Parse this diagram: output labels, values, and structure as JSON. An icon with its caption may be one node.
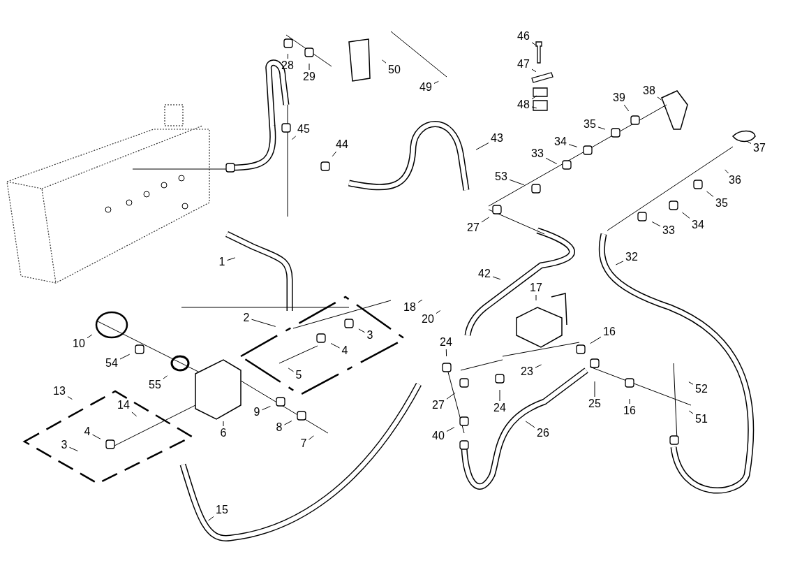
{
  "diagram": {
    "nodes": [
      {
        "text": [
          "28"
        ]
      },
      {
        "text": [
          "29"
        ]
      },
      {
        "text": [
          "50"
        ]
      },
      {
        "text": [
          "49"
        ]
      },
      {
        "text": [
          "46"
        ]
      },
      {
        "text": [
          "47"
        ]
      },
      {
        "text": [
          "48"
        ]
      },
      {
        "text": [
          "45"
        ]
      },
      {
        "text": [
          "38"
        ]
      },
      {
        "text": [
          "39"
        ]
      },
      {
        "text": [
          "35"
        ]
      },
      {
        "text": [
          "44"
        ]
      },
      {
        "text": [
          "43"
        ]
      },
      {
        "text": [
          "34"
        ]
      },
      {
        "text": [
          "33"
        ]
      },
      {
        "text": [
          "37"
        ]
      },
      {
        "text": [
          "36"
        ]
      },
      {
        "text": [
          "53"
        ]
      },
      {
        "text": [
          "35"
        ]
      },
      {
        "text": [
          "34"
        ]
      },
      {
        "text": [
          "33"
        ]
      },
      {
        "text": [
          "27"
        ]
      },
      {
        "text": [
          "32"
        ]
      },
      {
        "text": [
          "1"
        ]
      },
      {
        "text": [
          "42"
        ]
      },
      {
        "text": [
          "17"
        ]
      },
      {
        "text": [
          "18"
        ]
      },
      {
        "text": [
          "20"
        ]
      },
      {
        "text": [
          "10"
        ]
      },
      {
        "text": [
          "2"
        ]
      },
      {
        "text": [
          "3"
        ]
      },
      {
        "text": [
          "4"
        ]
      },
      {
        "text": [
          "5"
        ]
      },
      {
        "text": [
          "24"
        ]
      },
      {
        "text": [
          "16"
        ]
      },
      {
        "text": [
          "54"
        ]
      },
      {
        "text": [
          "55"
        ]
      },
      {
        "text": [
          "23"
        ]
      },
      {
        "text": [
          "13"
        ]
      },
      {
        "text": [
          "14"
        ]
      },
      {
        "text": [
          "6"
        ]
      },
      {
        "text": [
          "9"
        ]
      },
      {
        "text": [
          "8"
        ]
      },
      {
        "text": [
          "7"
        ]
      },
      {
        "text": [
          "27"
        ]
      },
      {
        "text": [
          "24"
        ]
      },
      {
        "text": [
          "25"
        ]
      },
      {
        "text": [
          "16"
        ]
      },
      {
        "text": [
          "52"
        ]
      },
      {
        "text": [
          "51"
        ]
      },
      {
        "text": [
          "4"
        ]
      },
      {
        "text": [
          "3"
        ]
      },
      {
        "text": [
          "40"
        ]
      },
      {
        "text": [
          "26"
        ]
      },
      {
        "text": [
          "15"
        ]
      }
    ],
    "edges": [
      {
        "from": 0,
        "to": null,
        "arrow": "none"
      },
      {
        "from": 1,
        "to": null,
        "arrow": "none"
      },
      {
        "from": 2,
        "to": null,
        "arrow": "none"
      },
      {
        "from": 3,
        "to": null,
        "arrow": "none"
      },
      {
        "from": 4,
        "to": null,
        "arrow": "none"
      },
      {
        "from": 5,
        "to": null,
        "arrow": "none"
      },
      {
        "from": 6,
        "to": null,
        "arrow": "none"
      },
      {
        "from": 6,
        "to": null,
        "arrow": "none"
      },
      {
        "from": 7,
        "to": null,
        "arrow": "none"
      },
      {
        "from": 8,
        "to": null,
        "arrow": "none"
      },
      {
        "from": 9,
        "to": null,
        "arrow": "none"
      },
      {
        "from": 10,
        "to": null,
        "arrow": "none"
      },
      {
        "from": 11,
        "to": null,
        "arrow": "none"
      },
      {
        "from": 12,
        "to": null,
        "arrow": "none"
      },
      {
        "from": 13,
        "to": null,
        "arrow": "none"
      },
      {
        "from": 14,
        "to": null,
        "arrow": "none"
      },
      {
        "from": 15,
        "to": null,
        "arrow": "none"
      },
      {
        "from": 16,
        "to": null,
        "arrow": "none"
      },
      {
        "from": 17,
        "to": null,
        "arrow": "none"
      },
      {
        "from": 18,
        "to": null,
        "arrow": "none"
      },
      {
        "from": 19,
        "to": null,
        "arrow": "none"
      },
      {
        "from": 20,
        "to": null,
        "arrow": "none"
      },
      {
        "from": 21,
        "to": null,
        "arrow": "none"
      },
      {
        "from": 22,
        "to": null,
        "arrow": "none"
      },
      {
        "from": 23,
        "to": null,
        "arrow": "none"
      },
      {
        "from": 24,
        "to": null,
        "arrow": "none"
      },
      {
        "from": 25,
        "to": null,
        "arrow": "none"
      },
      {
        "from": 26,
        "to": null,
        "arrow": "none"
      },
      {
        "from": 27,
        "to": null,
        "arrow": "none"
      },
      {
        "from": 28,
        "to": null,
        "arrow": "none"
      },
      {
        "from": 29,
        "to": null,
        "arrow": "none"
      },
      {
        "from": 30,
        "to": null,
        "arrow": "none"
      },
      {
        "from": 31,
        "to": null,
        "arrow": "none"
      },
      {
        "from": 32,
        "to": null,
        "arrow": "none"
      },
      {
        "from": 33,
        "to": null,
        "arrow": "none"
      },
      {
        "from": 34,
        "to": null,
        "arrow": "none"
      },
      {
        "from": 35,
        "to": null,
        "arrow": "none"
      },
      {
        "from": 36,
        "to": null,
        "arrow": "none"
      },
      {
        "from": 37,
        "to": null,
        "arrow": "none"
      },
      {
        "from": 38,
        "to": null,
        "arrow": "none"
      },
      {
        "from": 39,
        "to": null,
        "arrow": "none"
      },
      {
        "from": 40,
        "to": null,
        "arrow": "none"
      },
      {
        "from": 41,
        "to": null,
        "arrow": "none"
      },
      {
        "from": 42,
        "to": null,
        "arrow": "none"
      },
      {
        "from": 43,
        "to": null,
        "arrow": "none"
      },
      {
        "from": 44,
        "to": null,
        "arrow": "none"
      },
      {
        "from": 45,
        "to": null,
        "arrow": "none"
      },
      {
        "from": 46,
        "to": null,
        "arrow": "none"
      },
      {
        "from": 47,
        "to": null,
        "arrow": "none"
      },
      {
        "from": 48,
        "to": null,
        "arrow": "none"
      },
      {
        "from": 49,
        "to": null,
        "arrow": "none"
      },
      {
        "from": 50,
        "to": null,
        "arrow": "none"
      },
      {
        "from": 51,
        "to": null,
        "arrow": "none"
      },
      {
        "from": 52,
        "to": null,
        "arrow": "none"
      },
      {
        "from": 53,
        "to": null,
        "arrow": "none"
      },
      {
        "from": 54,
        "to": null,
        "arrow": "none"
      }
    ]
  }
}
